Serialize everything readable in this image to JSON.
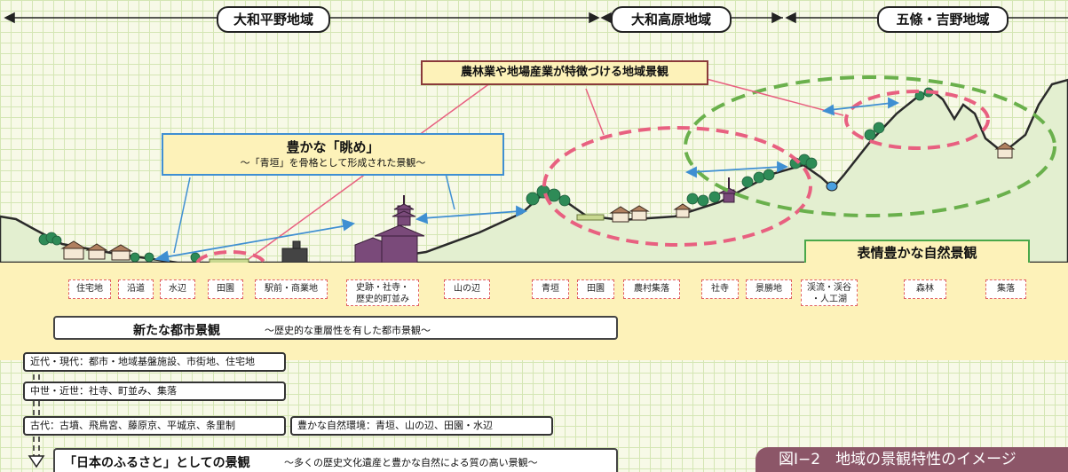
{
  "regions": [
    "大和平野地域",
    "大和高原地域",
    "五條・吉野地域"
  ],
  "callout_main": "農林業や地場産業が特徴づける地域景観",
  "nagame": {
    "title": "豊かな「眺め」",
    "sub": "〜「青垣」を骨格として形成された景観〜"
  },
  "nature_label": "表情豊かな自然景観",
  "chips": [
    "住宅地",
    "沿道",
    "水辺",
    "田園",
    "駅前・商業地",
    "史跡・社寺・\n歴史的町並み",
    "山の辺",
    "青垣",
    "田園",
    "農村集落",
    "社寺",
    "景勝地",
    "渓流・渓谷\n・人工湖",
    "森林",
    "集落"
  ],
  "urban": {
    "title": "新たな都市景観",
    "sub": "〜歴史的な重層性を有した都市景観〜"
  },
  "eras": {
    "modern": "近代・現代：都市・地域基盤施設、市街地、住宅地",
    "medieval": "中世・近世：社寺、町並み、集落",
    "ancient": "古代：古墳、飛鳥宮、藤原京、平城京、条里制",
    "nature_env": "豊かな自然環境：青垣、山の辺、田園・水辺"
  },
  "furusato": {
    "title": "「日本のふるさと」としての景観",
    "sub": "〜多くの歴史文化遺産と豊かな自然による質の高い景観〜"
  },
  "caption": "図Ⅰ−2　地域の景観特性のイメージ",
  "colors": {
    "land": "#e3efd0",
    "outline": "#2a2a2a",
    "tree": "#2e8b57",
    "temple": "#7a4a7a",
    "pink": "#e86080",
    "green": "#6ab04c",
    "blue": "#3f8fd2",
    "band": "#fdf2b9"
  }
}
